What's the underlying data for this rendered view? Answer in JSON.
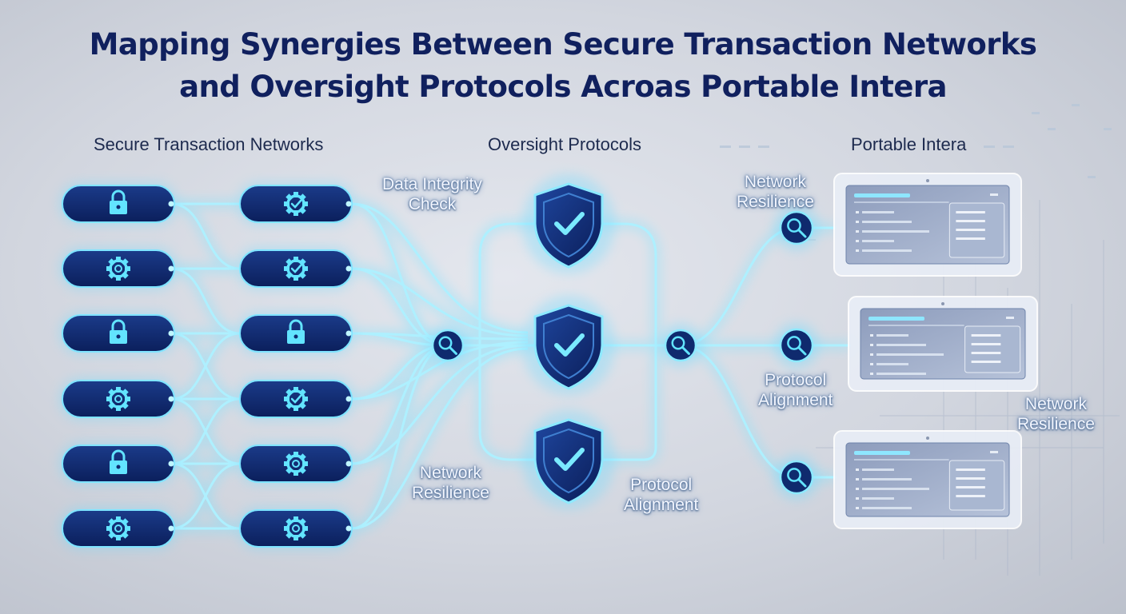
{
  "title_line1": "Mapping Synergies Between Secure Transaction Networks",
  "title_line2": "and Oversight Protocols Acroas Portable Intera",
  "columns": {
    "left": "Secure Transaction Networks",
    "middle": "Oversight Protocols",
    "right": "Portable Intera"
  },
  "labels": {
    "data_integrity": "Data Integrity\nCheck",
    "network_resilience_mid": "Network\nResilience",
    "protocol_alignment_mid": "Protocol\nAlignment",
    "network_resilience_top": "Network\nResilience",
    "protocol_alignment_right": "Protocol\nAlignment",
    "network_resilience_right": "Network\nResilience"
  },
  "colors": {
    "node_fill": "#0f2a6e",
    "glow": "#5fd8ff",
    "icon": "#62e4ff",
    "title": "#10205e"
  },
  "nodes": {
    "left_column_icons": [
      "lock-icon",
      "gear-icon",
      "lock-icon",
      "gear-icon",
      "lock-icon",
      "gear-icon"
    ],
    "second_column_icons": [
      "gear-check-icon",
      "gear-check-icon",
      "lock-icon",
      "gear-check-icon",
      "gear-icon",
      "gear-icon"
    ],
    "shield_icons": [
      "shield-check-icon",
      "shield-check-icon",
      "shield-check-icon"
    ],
    "hub_icons": [
      "magnifier-icon",
      "magnifier-icon"
    ],
    "portable_node_icons": [
      "magnifier-icon",
      "magnifier-icon",
      "magnifier-icon"
    ],
    "tablet_panels": [
      "tablet-panel",
      "tablet-panel",
      "tablet-panel"
    ]
  }
}
